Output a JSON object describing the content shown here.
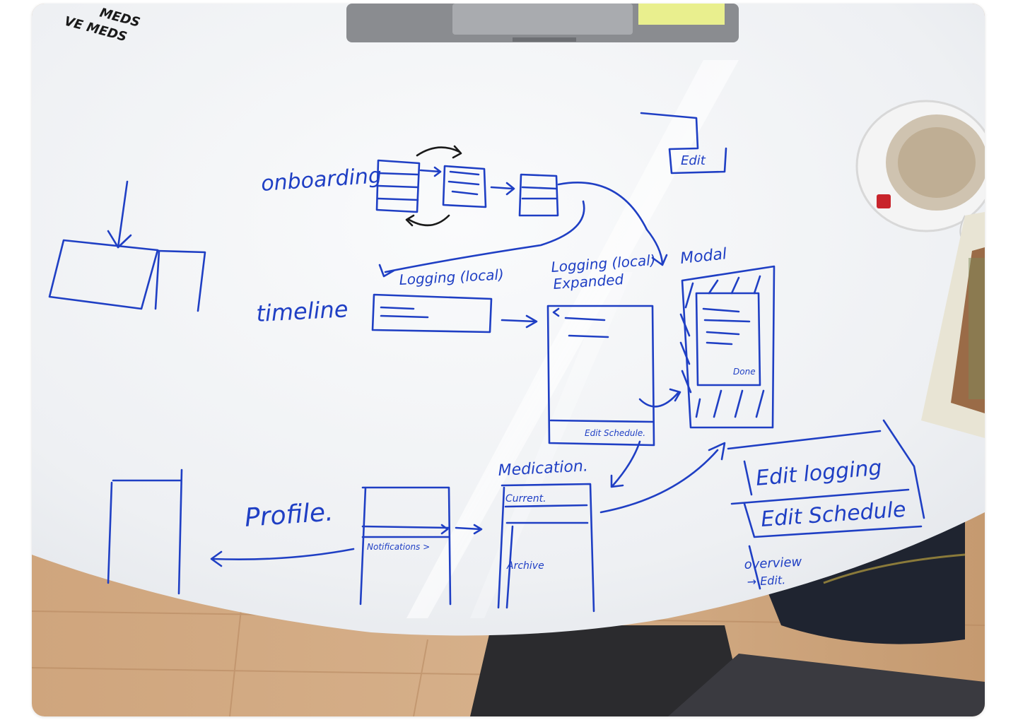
{
  "colors": {
    "ink": "#1f3fc4",
    "board": "#f3f4f6",
    "floor": "#c9a07a",
    "dark_ink": "#1a1a1a"
  },
  "top_left_note": [
    "MEDS",
    "VE MEDS"
  ],
  "labels": {
    "onboarding": "onboarding",
    "timeline": "timeline",
    "logging_local": "Logging (local)",
    "logging_expanded_line1": "Logging (local)",
    "logging_expanded_line2": "Expanded",
    "modal": "Modal",
    "edit_small": "Edit",
    "done": "Done",
    "edit_schedule_small": "Edit Schedule.",
    "medication": "Medication.",
    "current": "Current.",
    "archive": "Archive",
    "profile": "Profile.",
    "notifications": "Notifications >",
    "edit_logging": "Edit logging",
    "edit_schedule": "Edit Schedule",
    "overview_line1": "overview",
    "overview_line2": "→ Edit."
  },
  "icons": {
    "mug": "coffee-mug-icon",
    "laptop": "laptop",
    "book": "book",
    "bag": "bag"
  }
}
